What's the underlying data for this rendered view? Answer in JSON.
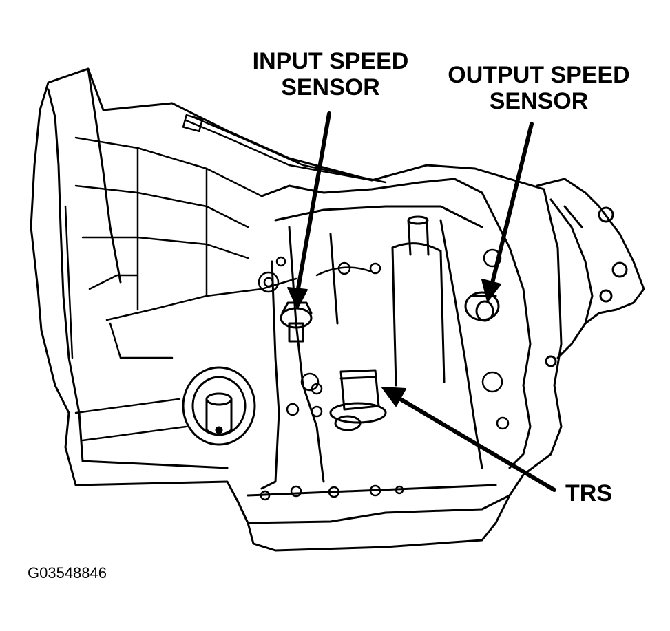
{
  "labels": {
    "input_speed_sensor": [
      "INPUT SPEED",
      "SENSOR"
    ],
    "output_speed_sensor": [
      "OUTPUT SPEED",
      "SENSOR"
    ],
    "trs": "TRS"
  },
  "figure_id": "G03548846"
}
